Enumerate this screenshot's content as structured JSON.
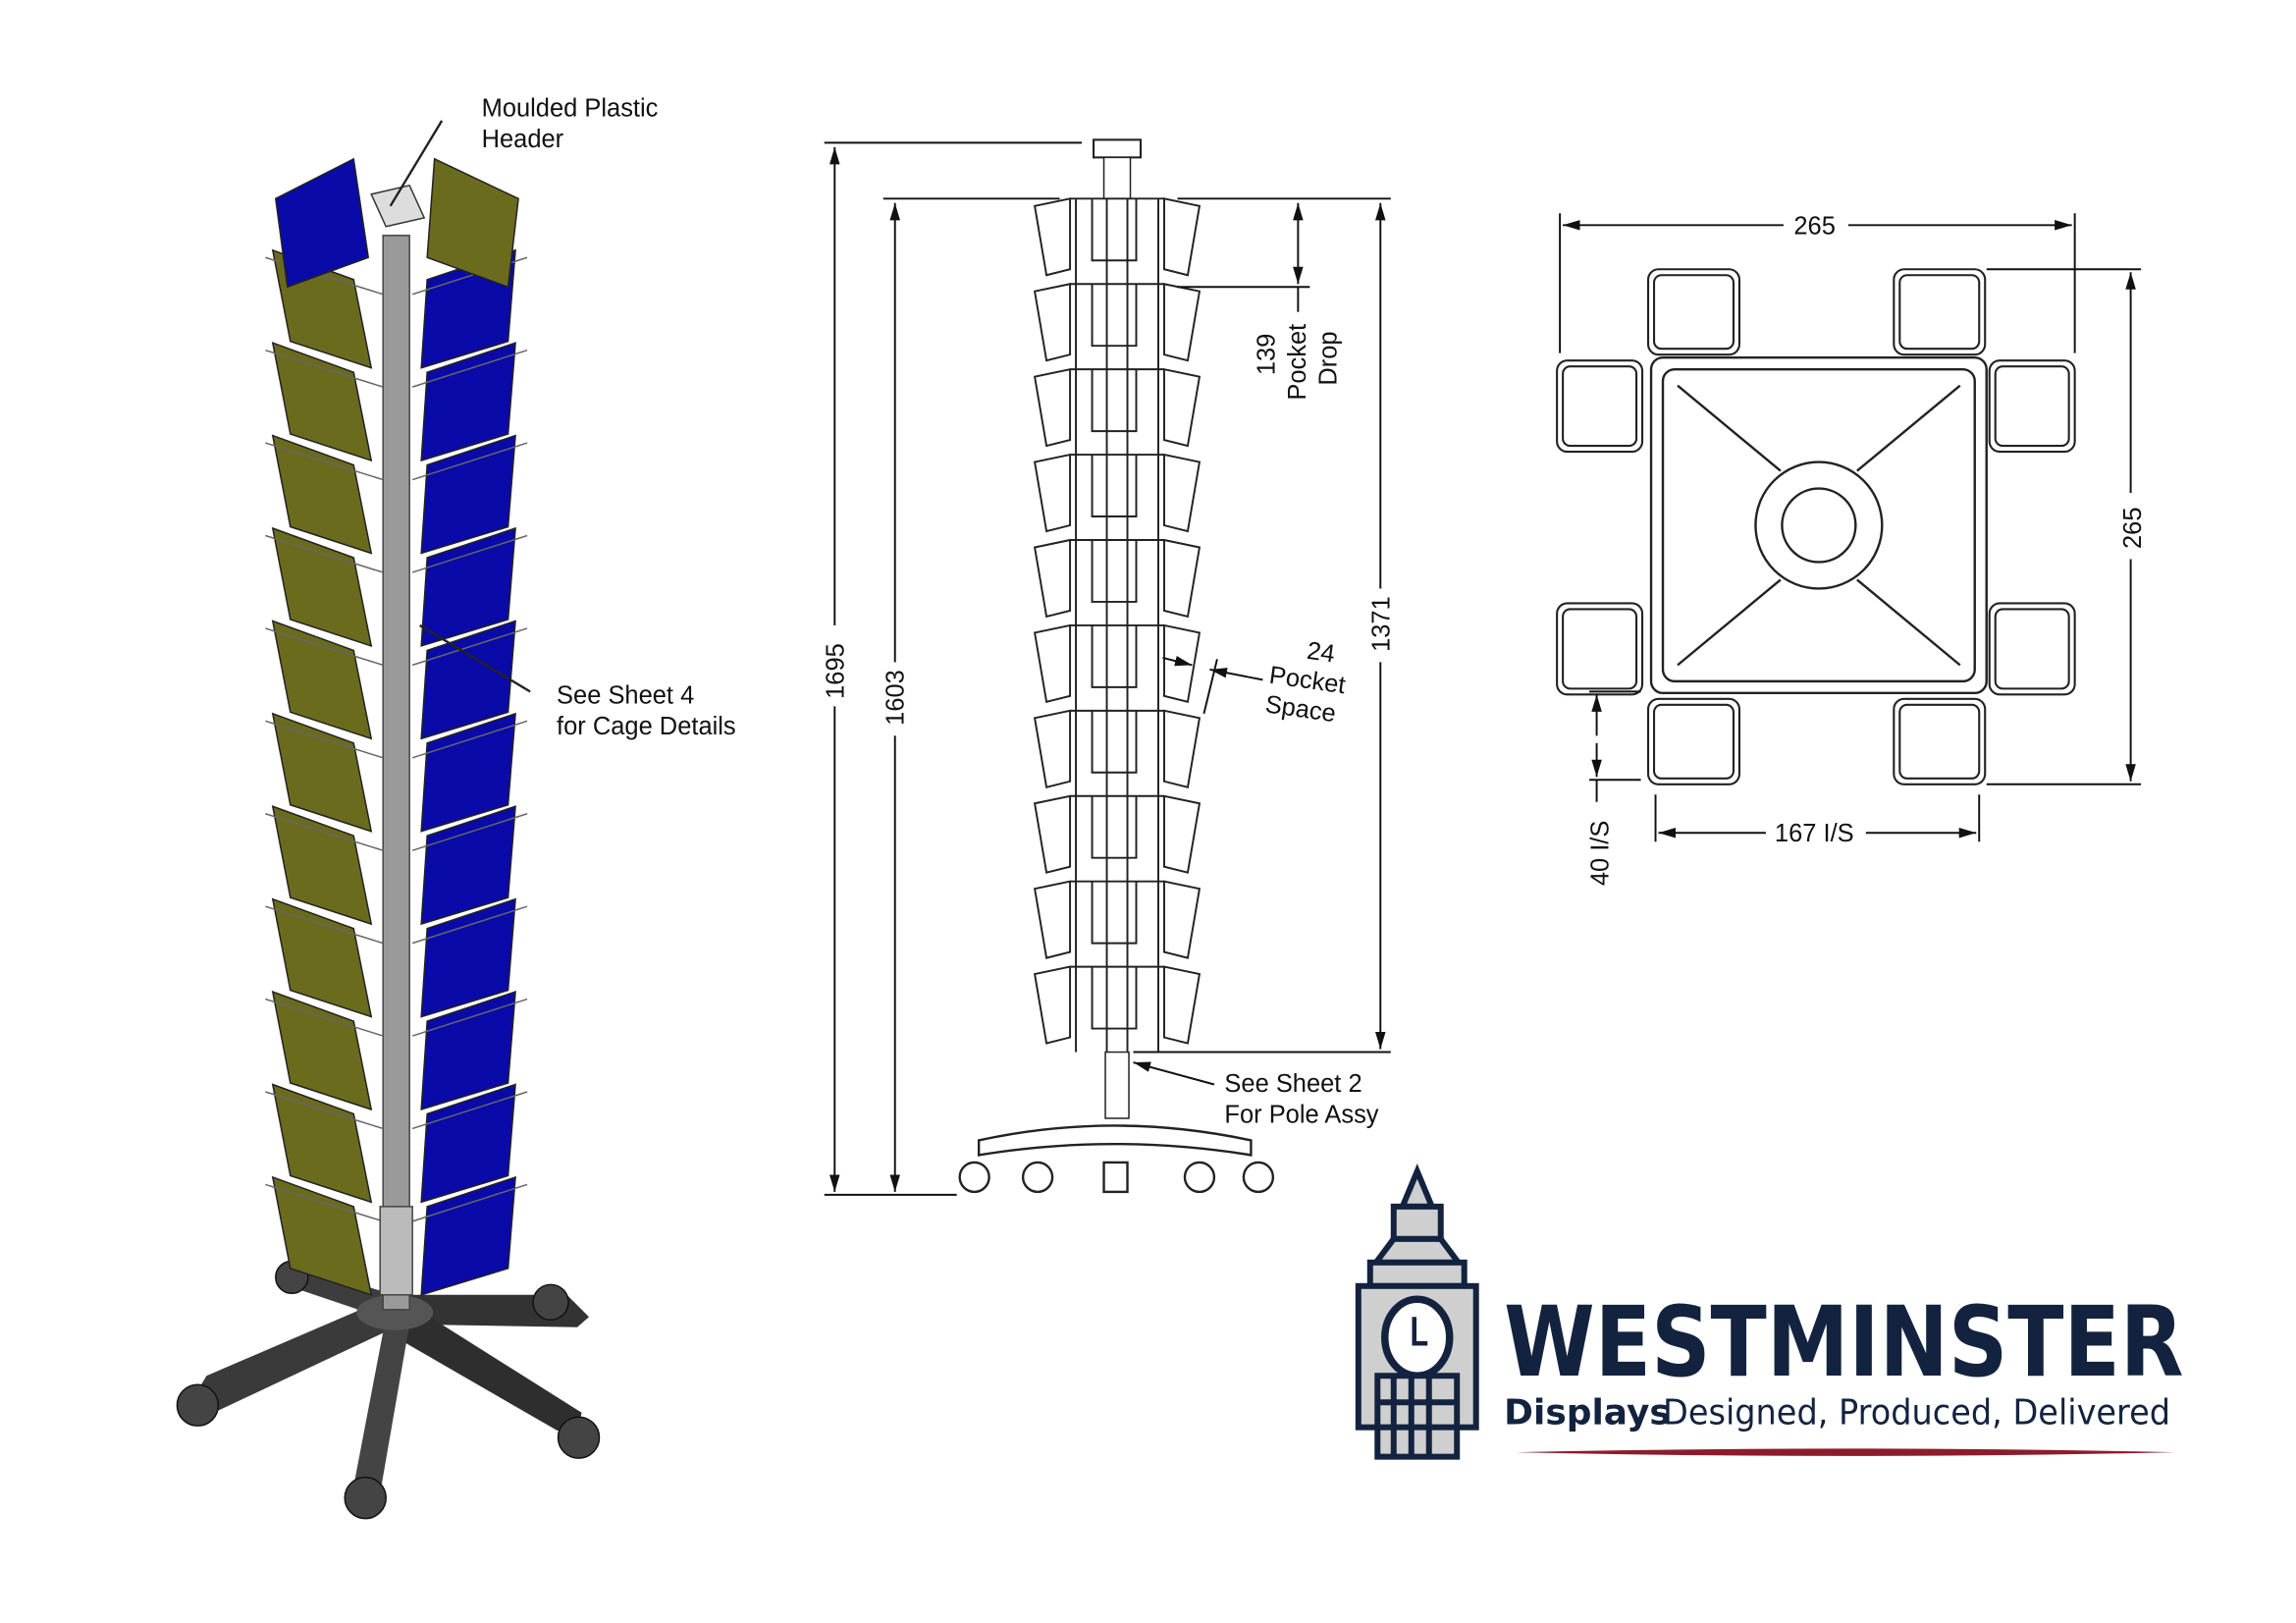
{
  "isometric_view": {
    "header_label_line1": "Moulded Plastic",
    "header_label_line2": "Header",
    "cage_label_line1": "See Sheet 4",
    "cage_label_line2": "for Cage Details",
    "colors": {
      "olive": "#6b6b1e",
      "blue": "#0a0aa8",
      "pole": "#9a9a9a",
      "base": "#3a3a3a"
    }
  },
  "elevation_view": {
    "dim_overall": "1695",
    "dim_to_top_pocket": "1603",
    "dim_pocket_stack": "1371",
    "pocket_drop_value": "139",
    "pocket_drop_line1": "Pocket",
    "pocket_drop_line2": "Drop",
    "pocket_space_value": "24",
    "pocket_space_line1": "Pocket",
    "pocket_space_line2": "Space",
    "pole_label_line1": "See Sheet 2",
    "pole_label_line2": "For Pole Assy",
    "pocket_tiers": 10
  },
  "plan_view": {
    "dim_width": "265",
    "dim_depth": "265",
    "dim_inner_width": "167 I/S",
    "dim_inner_depth": "40 I/S"
  },
  "logo": {
    "brand": "WESTMINSTER",
    "sub_bold": "Displays",
    "tagline": "Designed, Produced, Delivered",
    "colors": {
      "navy": "#13233f",
      "grey": "#cfcfcf",
      "red": "#8c1c2c"
    }
  }
}
